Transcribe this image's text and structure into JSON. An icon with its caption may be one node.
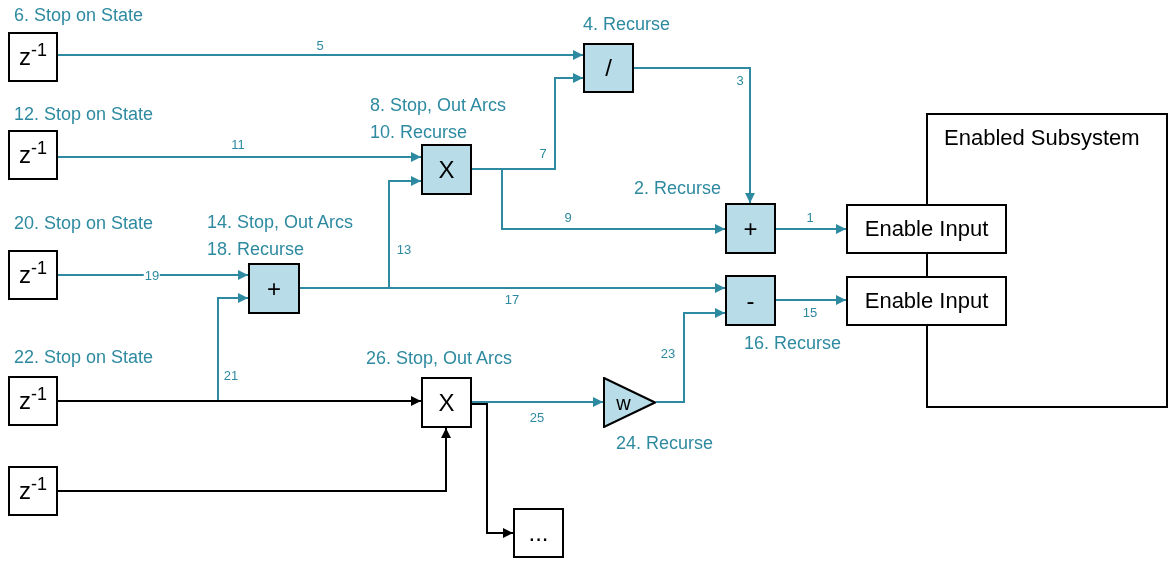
{
  "diagram": {
    "nodes": [
      {
        "text": [
          "z$^{-1}$"
        ],
        "beside": [
          "6. Stop on State"
        ]
      },
      {
        "text": [
          "z$^{-1}$"
        ],
        "beside": [
          "12. Stop on State"
        ]
      },
      {
        "text": [
          "z$^{-1}$"
        ],
        "beside": [
          "20. Stop on State"
        ]
      },
      {
        "text": [
          "z$^{-1}$"
        ],
        "beside": [
          "22. Stop on State"
        ]
      },
      {
        "text": [
          "z$^{-1}$"
        ]
      },
      {
        "text": [
          "/"
        ],
        "beside": [
          "4. Recurse"
        ]
      },
      {
        "text": [
          "X"
        ],
        "beside": [
          "8. Stop, Out Arcs",
          "10. Recurse"
        ]
      },
      {
        "text": [
          "+"
        ],
        "beside": [
          "14. Stop, Out Arcs",
          "18. Recurse"
        ]
      },
      {
        "text": [
          "+"
        ],
        "beside": [
          "2. Recurse"
        ]
      },
      {
        "text": [
          "-"
        ],
        "beside": [
          "16. Recurse"
        ]
      },
      {
        "text": [
          "X"
        ],
        "beside": [
          "26. Stop, Out Arcs"
        ]
      },
      {
        "text": [
          "w"
        ],
        "beside": [
          "24. Recurse"
        ]
      },
      {
        "text": [
          "..."
        ]
      },
      {
        "text": [
          "Enabled Subsystem"
        ]
      },
      {
        "text": [
          "Enable Input"
        ]
      },
      {
        "text": [
          "Enable Input"
        ]
      }
    ],
    "edges": [
      {
        "from": 0,
        "to": 5,
        "arrow": "to",
        "label": "5"
      },
      {
        "from": 1,
        "to": 6,
        "arrow": "to",
        "label": "11"
      },
      {
        "from": 2,
        "to": 7,
        "arrow": "to",
        "label": "19"
      },
      {
        "from": 3,
        "to": 7,
        "arrow": "to",
        "label": "21"
      },
      {
        "from": 3,
        "to": 10,
        "arrow": "to",
        "color": "#000000"
      },
      {
        "from": 4,
        "to": 10,
        "arrow": "to",
        "color": "#000000"
      },
      {
        "from": 6,
        "to": 5,
        "arrow": "to",
        "label": "7"
      },
      {
        "from": 6,
        "to": 8,
        "arrow": "to",
        "label": "9"
      },
      {
        "from": 7,
        "to": 6,
        "arrow": "to",
        "label": "13"
      },
      {
        "from": 7,
        "to": 9,
        "arrow": "to",
        "label": "17"
      },
      {
        "from": 5,
        "to": 8,
        "arrow": "to",
        "label": "3"
      },
      {
        "from": 8,
        "to": 14,
        "arrow": "to",
        "label": "1"
      },
      {
        "from": 9,
        "to": 15,
        "arrow": "to",
        "label": "15"
      },
      {
        "from": 10,
        "to": 11,
        "arrow": "to",
        "label": "25"
      },
      {
        "from": 11,
        "to": 9,
        "arrow": "to",
        "label": "23"
      },
      {
        "from": 10,
        "to": 12,
        "arrow": "to",
        "color": "#000000"
      }
    ]
  }
}
